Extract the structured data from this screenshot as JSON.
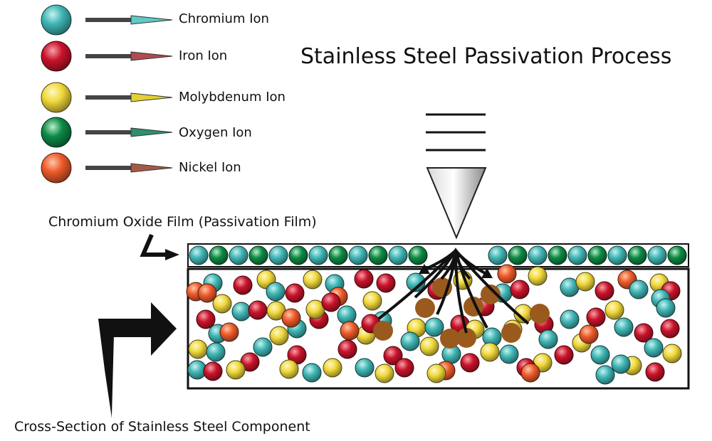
{
  "title": "Stainless Steel Passivation Process",
  "legend": [
    {
      "key": "chromium",
      "label": "Chromium Ion",
      "color": "#3fb6b5",
      "highlight": "#c8f2f0",
      "arrow": "#5ec9c6"
    },
    {
      "key": "iron",
      "label": "Iron Ion",
      "color": "#c9132a",
      "highlight": "#f6a0a8",
      "arrow": "#b04a50"
    },
    {
      "key": "molybdenum",
      "label": "Molybdenum Ion",
      "color": "#f0d83a",
      "highlight": "#fff8c8",
      "arrow": "#e2d033"
    },
    {
      "key": "oxygen",
      "label": "Oxygen Ion",
      "color": "#0e8a45",
      "highlight": "#b8f0cc",
      "arrow": "#2f8f6a"
    },
    {
      "key": "nickel",
      "label": "Nickel Ion",
      "color": "#ee5a2a",
      "highlight": "#ffc7a8",
      "arrow": "#a65a45"
    }
  ],
  "labels": {
    "film": "Chromium Oxide Film (Passivation Film)",
    "cross_section": "Cross-Section of Stainless Steel Component"
  },
  "colors": {
    "corrosion": "#9a5a1e",
    "outline": "#111111"
  }
}
